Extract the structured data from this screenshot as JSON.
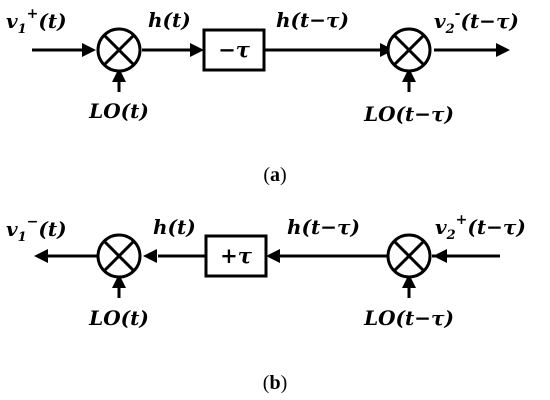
{
  "diagram": {
    "panel_a": {
      "input_label": {
        "base": "v",
        "sub": "1",
        "sup": "+",
        "arg": "(t)"
      },
      "h_in": "h(t)",
      "delay_box": "−τ",
      "h_out": "h(t−τ)",
      "output_label": {
        "base": "v",
        "sub": "2",
        "sup": "-",
        "arg": "(t−τ)"
      },
      "lo_left": "LO(t)",
      "lo_right": "LO(t−τ)",
      "caption": {
        "open": "(",
        "letter": "a",
        "close": ")"
      }
    },
    "panel_b": {
      "output_label": {
        "base": "v",
        "sub": "1",
        "sup": "−",
        "arg": "(t)"
      },
      "h_left": "h(t)",
      "delay_box": "+τ",
      "h_right": "h(t−τ)",
      "input_label": {
        "base": "v",
        "sub": "2",
        "sup": "+",
        "arg": "(t−τ)"
      },
      "lo_left": "LO(t)",
      "lo_right": "LO(t−τ)",
      "caption": {
        "open": "(",
        "letter": "b",
        "close": ")"
      }
    }
  }
}
